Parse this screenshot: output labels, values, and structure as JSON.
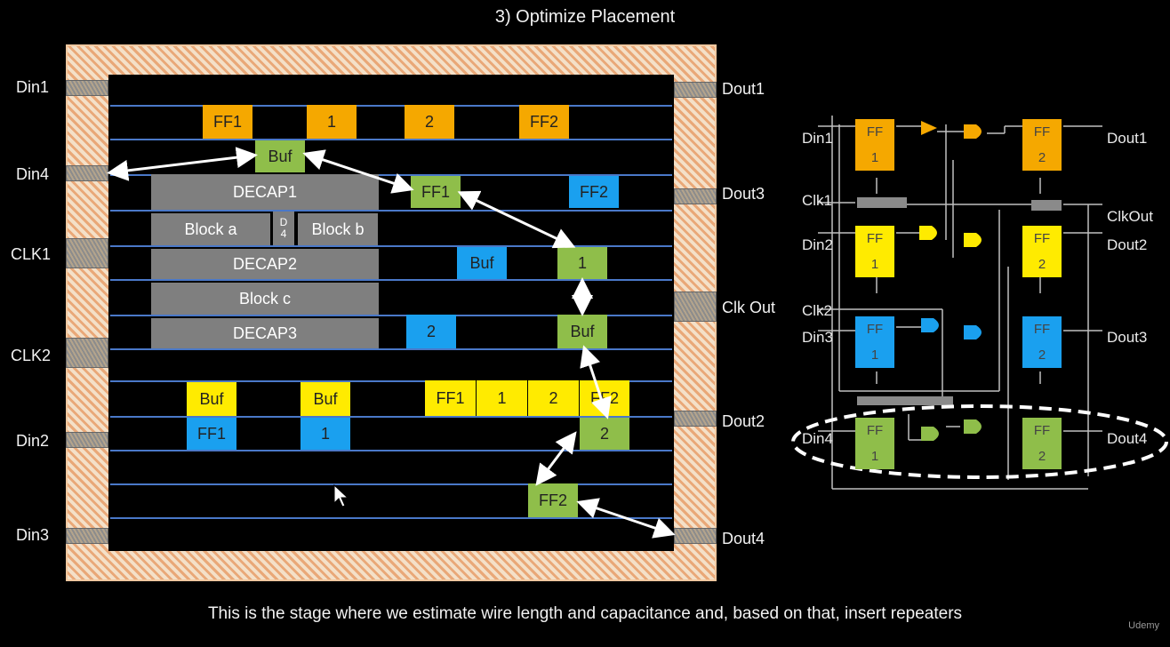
{
  "header": {
    "title": "3) Optimize Placement"
  },
  "footer": {
    "caption": "This is the stage where we estimate wire length and capacitance and, based on that, insert repeaters",
    "watermark": "Udemy"
  },
  "layout_view": {
    "left_pins": [
      "Din1",
      "Din4",
      "CLK1",
      "CLK2",
      "Din2",
      "Din3"
    ],
    "right_pins": [
      "Dout1",
      "Dout3",
      "Clk Out",
      "Dout2",
      "Dout4"
    ],
    "orange_cells": [
      "FF1",
      "1",
      "2",
      "FF2"
    ],
    "green_cells": [
      "Buf",
      "FF1",
      "1",
      "Buf",
      "2",
      "FF2"
    ],
    "blue_cells": [
      "FF2",
      "Buf",
      "2",
      "FF1",
      "1"
    ],
    "yellow_cells": [
      "Buf",
      "Buf",
      "FF1",
      "1",
      "2",
      "FF2"
    ],
    "blocks": [
      "DECAP1",
      "Block a",
      "D 4",
      "Block b",
      "DECAP2",
      "Block c",
      "DECAP3"
    ],
    "colors": {
      "orange": "#f5a800",
      "green": "#8fbe4a",
      "blue": "#1aa0ef",
      "yellow": "#ffeb00",
      "macro": "#7f7f7f",
      "row": "#4a78c8"
    }
  },
  "schematic": {
    "inputs": [
      "Din1",
      "Clk1",
      "Din2",
      "Clk2",
      "Din3",
      "Din4"
    ],
    "outputs": [
      "Dout1",
      "ClkOut",
      "Dout2",
      "Dout3",
      "Dout4"
    ],
    "ff_top": "FF",
    "ff1": "1",
    "ff2": "2"
  }
}
